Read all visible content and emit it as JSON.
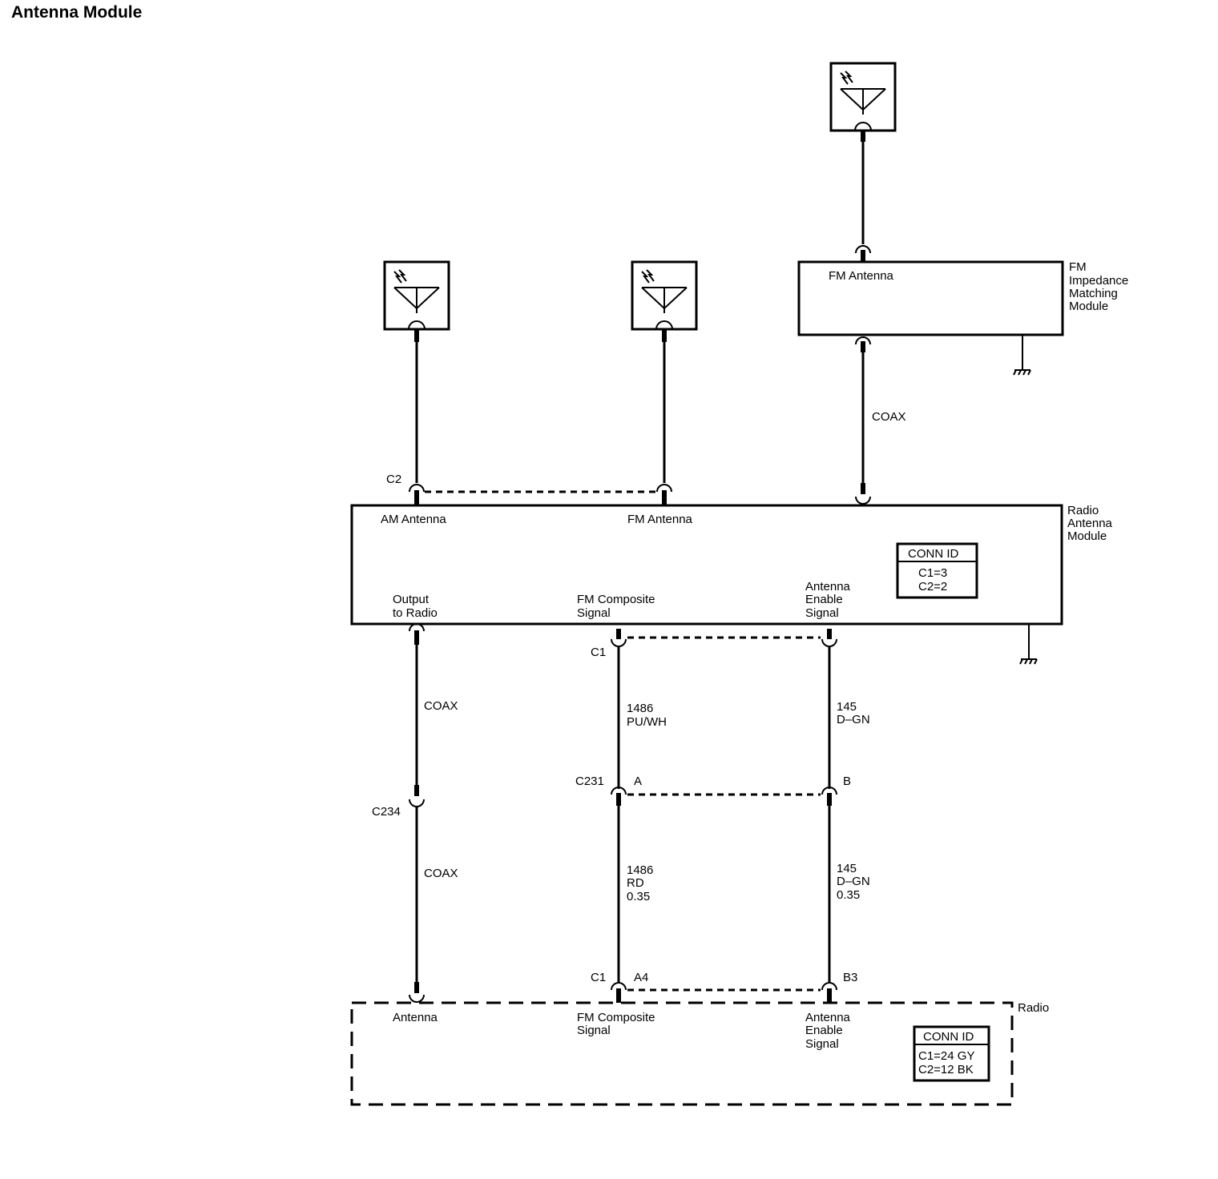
{
  "page": {
    "title": "Antenna Module"
  },
  "antennas": [
    {
      "name": "am-antenna-icon"
    },
    {
      "name": "fm-antenna-icon"
    },
    {
      "name": "fm-main-antenna-icon"
    }
  ],
  "fm_impedance_module": {
    "label": "FM Antenna",
    "name_lines": [
      "FM",
      "Impedance",
      "Matching",
      "Module"
    ]
  },
  "coax_top": "COAX",
  "radio_antenna_module": {
    "name_lines": [
      "Radio",
      "Antenna",
      "Module"
    ],
    "connector_top": "C2",
    "connector_bottom": "C1",
    "inputs": {
      "am": "AM Antenna",
      "fm": "FM Antenna"
    },
    "outputs": {
      "output_to_radio": [
        "Output",
        "to Radio"
      ],
      "fm_composite": [
        "FM Composite",
        "Signal"
      ],
      "antenna_enable": [
        "Antenna",
        "Enable",
        "Signal"
      ]
    },
    "conn_id": {
      "header": "CONN ID",
      "rows": [
        "C1=3",
        "C2=2"
      ]
    }
  },
  "wires": {
    "coax_upper": "COAX",
    "coax_lower": "COAX",
    "inline_coax_connector": "C234",
    "inline_connector": "C231",
    "pin_a": "A",
    "pin_b": "B",
    "fm_upper": [
      "1486",
      "PU/WH"
    ],
    "enable_upper": [
      "145",
      "D–GN"
    ],
    "fm_lower": [
      "1486",
      "RD",
      "0.35"
    ],
    "enable_lower": [
      "145",
      "D–GN",
      "0.35"
    ]
  },
  "radio": {
    "name": "Radio",
    "connector": "C1",
    "pin_a4": "A4",
    "pin_b3": "B3",
    "inputs": {
      "antenna": "Antenna",
      "fm_composite": [
        "FM Composite",
        "Signal"
      ],
      "antenna_enable": [
        "Antenna",
        "Enable",
        "Signal"
      ]
    },
    "conn_id": {
      "header": "CONN ID",
      "rows": [
        "C1=24 GY",
        "C2=12 BK"
      ]
    }
  }
}
